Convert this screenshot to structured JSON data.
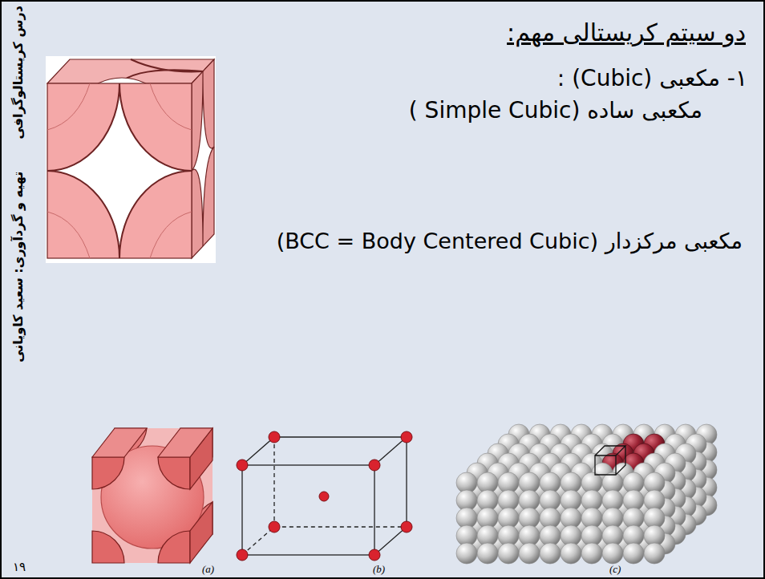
{
  "diagram": {
    "title": "دو سیتم کریستالی مهم:",
    "labels": [
      "۱- مکعبی (Cubic) :",
      "مکعبی ساده (Simple Cubic )",
      "مکعبی مرکزدار (BCC = Body Centered Cubic)",
      "(a)",
      "(b)",
      "(c)",
      "درس کریستالوگرافی",
      "تهیه و گردآوری: سعید کاویانی",
      "۱۹"
    ]
  }
}
